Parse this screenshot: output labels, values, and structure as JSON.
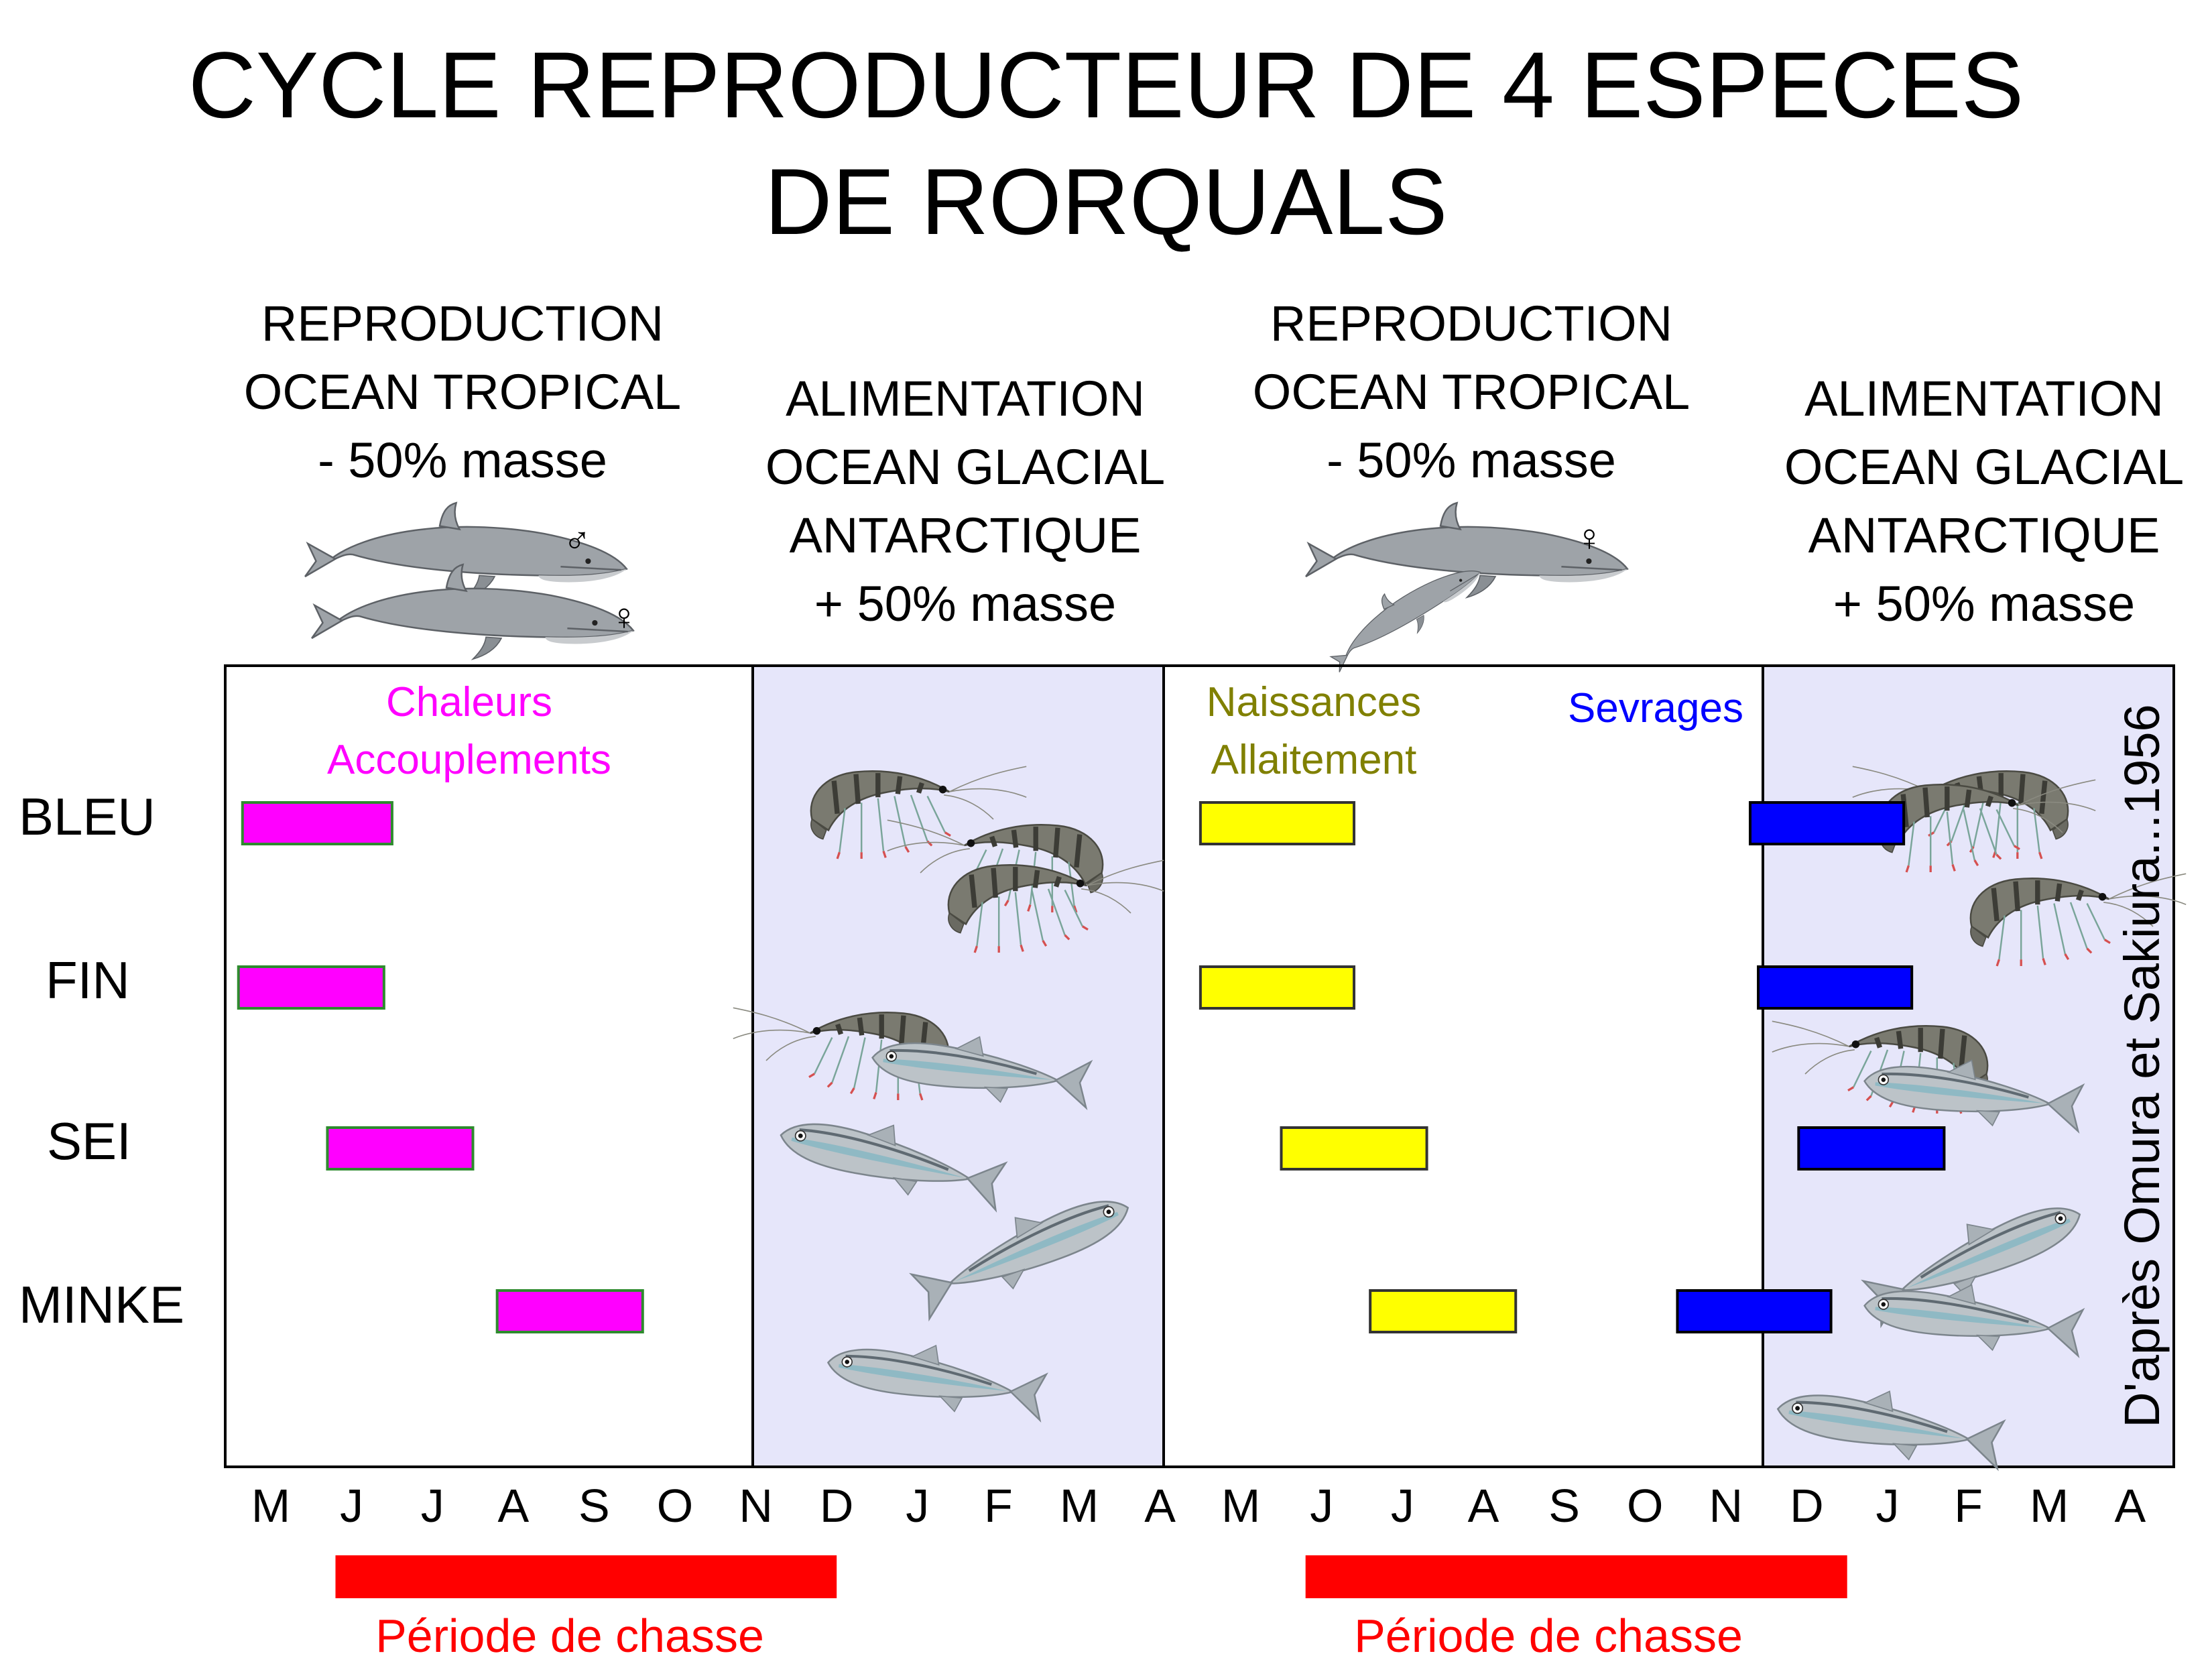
{
  "title": {
    "line1": "CYCLE REPRODUCTEUR DE 4 ESPECES",
    "line2": "DE RORQUALS"
  },
  "phases": [
    {
      "lines": [
        "REPRODUCTION",
        "OCEAN TROPICAL",
        "- 50% masse"
      ]
    },
    {
      "lines": [
        "ALIMENTATION",
        "OCEAN GLACIAL",
        "ANTARCTIQUE",
        "+ 50% masse"
      ]
    },
    {
      "lines": [
        "REPRODUCTION",
        "OCEAN TROPICAL",
        "- 50% masse"
      ]
    },
    {
      "lines": [
        "ALIMENTATION",
        "OCEAN GLACIAL",
        "ANTARCTIQUE",
        "+ 50% masse"
      ]
    }
  ],
  "symbols": {
    "male": "♂",
    "female": "♀"
  },
  "species": [
    "BLEU",
    "FIN",
    "SEI",
    "MINKE"
  ],
  "months": [
    "M",
    "J",
    "J",
    "A",
    "S",
    "O",
    "N",
    "D",
    "J",
    "F",
    "M",
    "A",
    "M",
    "J",
    "J",
    "A",
    "S",
    "O",
    "N",
    "D",
    "J",
    "F",
    "M",
    "A"
  ],
  "annotations": {
    "chaleurs": [
      "Chaleurs",
      "Accouplements"
    ],
    "naissances": [
      "Naissances",
      "Allaitement"
    ],
    "sevrages": "Sevrages"
  },
  "credit": "D'après Omura et Sakiura...1956",
  "hunting": {
    "label": "Période de chasse",
    "periods": [
      [
        1.3,
        7.5
      ],
      [
        13.3,
        20.0
      ]
    ]
  },
  "colors": {
    "chaleurs": "#ff00ff",
    "naissances": "#ffff00",
    "naissances_text": "#808000",
    "sevrages": "#0000ff",
    "hunting": "#ff0000",
    "feeding_zone": "#e6e6fa",
    "whale": "#9ea3a8"
  },
  "icons": [
    "whale-icon",
    "calf-icon",
    "krill-icon",
    "fish-icon"
  ],
  "bars": [
    {
      "species": "BLEU",
      "phase": "chaleurs",
      "start": 0.15,
      "end": 2.0
    },
    {
      "species": "FIN",
      "phase": "chaleurs",
      "start": 0.1,
      "end": 1.9
    },
    {
      "species": "SEI",
      "phase": "chaleurs",
      "start": 1.2,
      "end": 3.0
    },
    {
      "species": "MINKE",
      "phase": "chaleurs",
      "start": 3.3,
      "end": 5.1
    },
    {
      "species": "BLEU",
      "phase": "naissances",
      "start": 12.0,
      "end": 13.9
    },
    {
      "species": "FIN",
      "phase": "naissances",
      "start": 12.0,
      "end": 13.9
    },
    {
      "species": "SEI",
      "phase": "naissances",
      "start": 13.0,
      "end": 14.8
    },
    {
      "species": "MINKE",
      "phase": "naissances",
      "start": 14.1,
      "end": 15.9
    },
    {
      "species": "BLEU",
      "phase": "sevrages",
      "start": 18.8,
      "end": 20.7
    },
    {
      "species": "FIN",
      "phase": "sevrages",
      "start": 18.9,
      "end": 20.8
    },
    {
      "species": "SEI",
      "phase": "sevrages",
      "start": 19.4,
      "end": 21.2
    },
    {
      "species": "MINKE",
      "phase": "sevrages",
      "start": 17.9,
      "end": 19.8
    }
  ]
}
